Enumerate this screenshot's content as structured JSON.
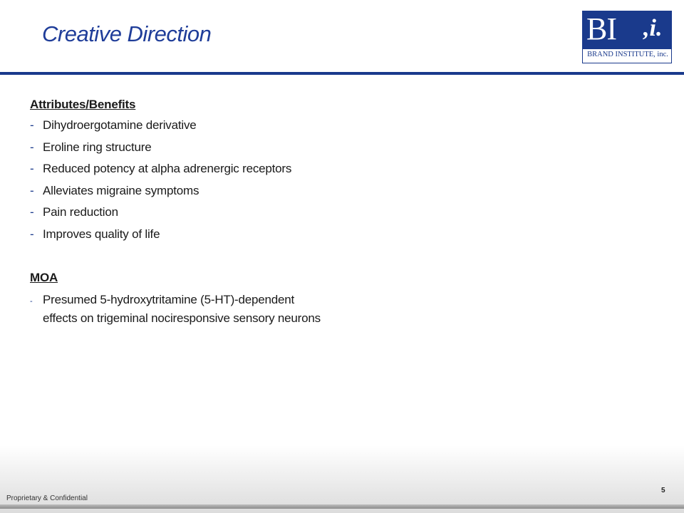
{
  "slide": {
    "title": "Creative Direction",
    "page_number": "5",
    "footer": "Proprietary & Confidential"
  },
  "logo": {
    "letters": "BI",
    "mark": ",i.",
    "company": "BRAND INSTITUTE, inc."
  },
  "attributes": {
    "heading": "Attributes/Benefits",
    "items": [
      {
        "label": "Dihydroergotamine derivative"
      },
      {
        "label": "Eroline ring structure"
      },
      {
        "label": "Reduced potency at alpha adrenergic receptors"
      },
      {
        "label": "Alleviates migraine symptoms"
      },
      {
        "label": "Pain reduction"
      },
      {
        "label": "Improves quality of life"
      }
    ]
  },
  "moa": {
    "heading": "MOA",
    "items": [
      {
        "label": "Presumed 5-hydroxytritamine (5-HT)-dependent effects on trigeminal nociresponsive sensory neurons"
      }
    ]
  },
  "colors": {
    "title": "#1f3d99",
    "brand": "#1a3a8c",
    "text": "#1a1a1a"
  }
}
